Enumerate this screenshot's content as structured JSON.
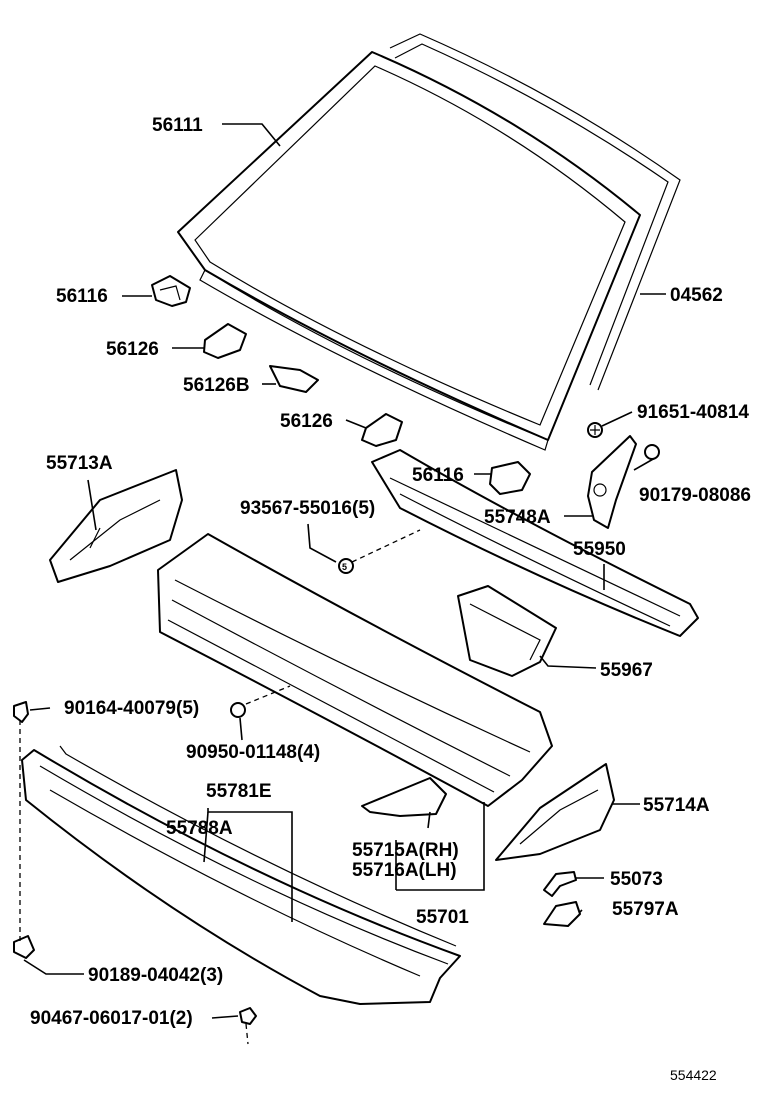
{
  "diagram_id": "554422",
  "labels": {
    "l56111": "56111",
    "l04562": "04562",
    "l56116a": "56116",
    "l56126a": "56126",
    "l56126b": "56126B",
    "l56126c": "56126",
    "l56116b": "56116",
    "l91651": "91651-40814",
    "l90179": "90179-08086",
    "l55713a": "55713A",
    "l93567": "93567-55016(5)",
    "l55748a": "55748A",
    "l55950": "55950",
    "l55967": "55967",
    "l90164": "90164-40079(5)",
    "l90950": "90950-01148(4)",
    "l55781e": "55781E",
    "l55788a": "55788A",
    "l55715a": "55715A(RH)",
    "l55716a": "55716A(LH)",
    "l55701": "55701",
    "l55714a": "55714A",
    "l55073": "55073",
    "l55797a": "55797A",
    "l90189": "90189-04042(3)",
    "l90467": "90467-06017-01(2)"
  }
}
